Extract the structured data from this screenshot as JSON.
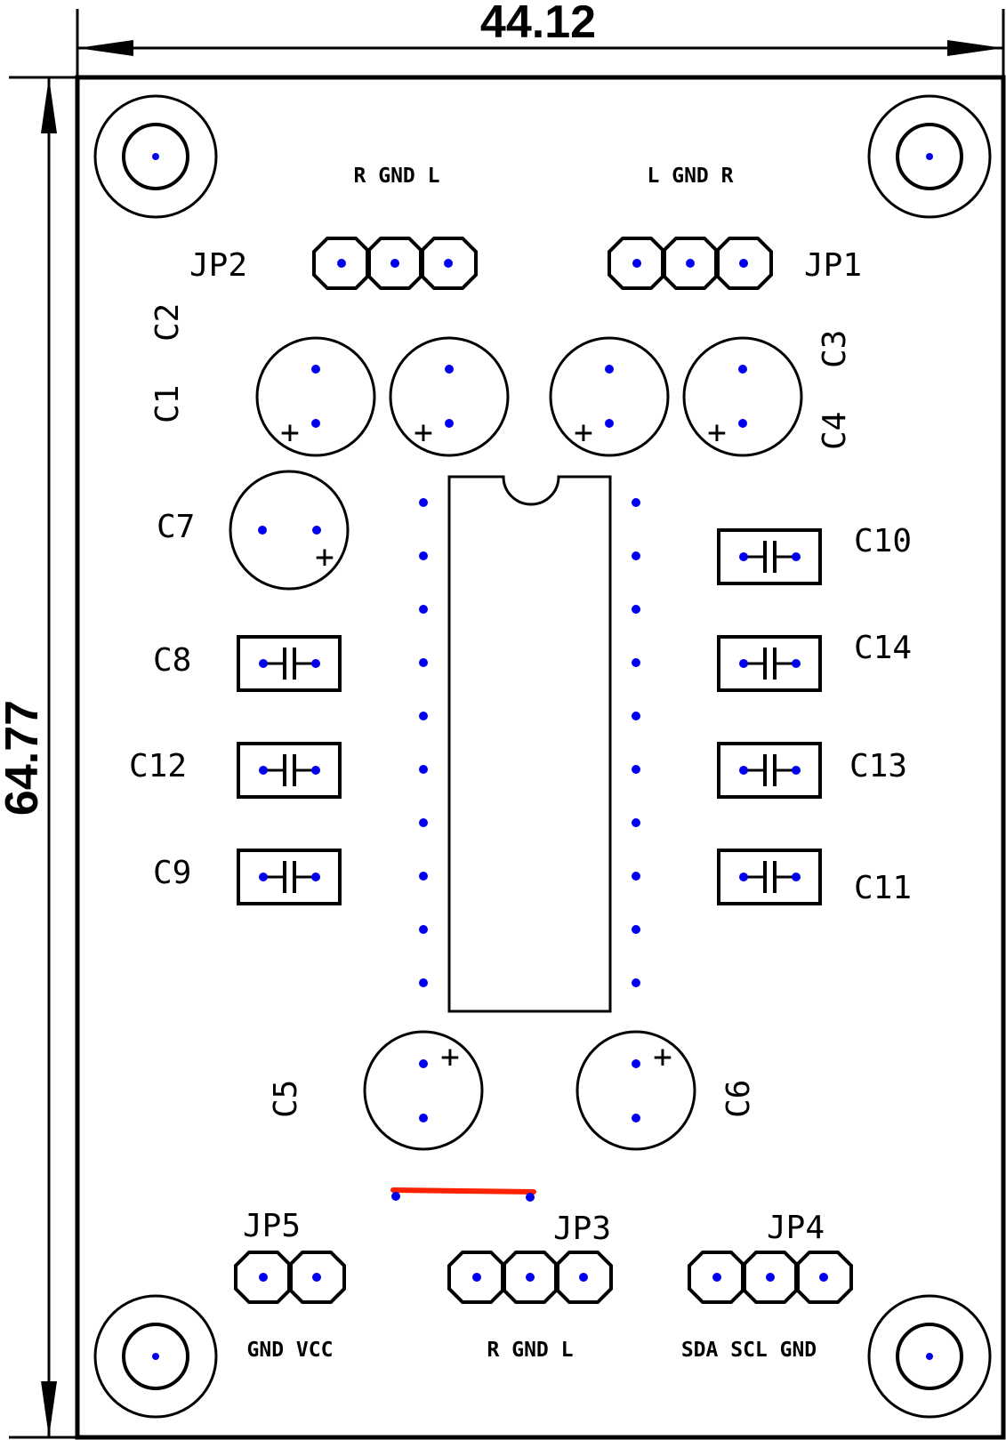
{
  "dimensions": {
    "width": "44.12",
    "height": "64.77"
  },
  "colors": {
    "pad": "#0000ee",
    "trace": "#ff2200",
    "outline": "#000000"
  },
  "headers": {
    "jp1": {
      "name": "JP1",
      "pins": "L GND R"
    },
    "jp2": {
      "name": "JP2",
      "pins": "R GND L"
    },
    "jp3": {
      "name": "JP3",
      "pins": "R GND L"
    },
    "jp4": {
      "name": "JP4",
      "pins": "SDA SCL GND"
    },
    "jp5": {
      "name": "JP5",
      "pins": "GND VCC"
    }
  },
  "capacitors": {
    "c1": "C1",
    "c2": "C2",
    "c3": "C3",
    "c4": "C4",
    "c5": "C5",
    "c6": "C6",
    "c7": "C7",
    "c8": "C8",
    "c9": "C9",
    "c10": "C10",
    "c11": "C11",
    "c12": "C12",
    "c13": "C13",
    "c14": "C14"
  },
  "polarity": "+"
}
